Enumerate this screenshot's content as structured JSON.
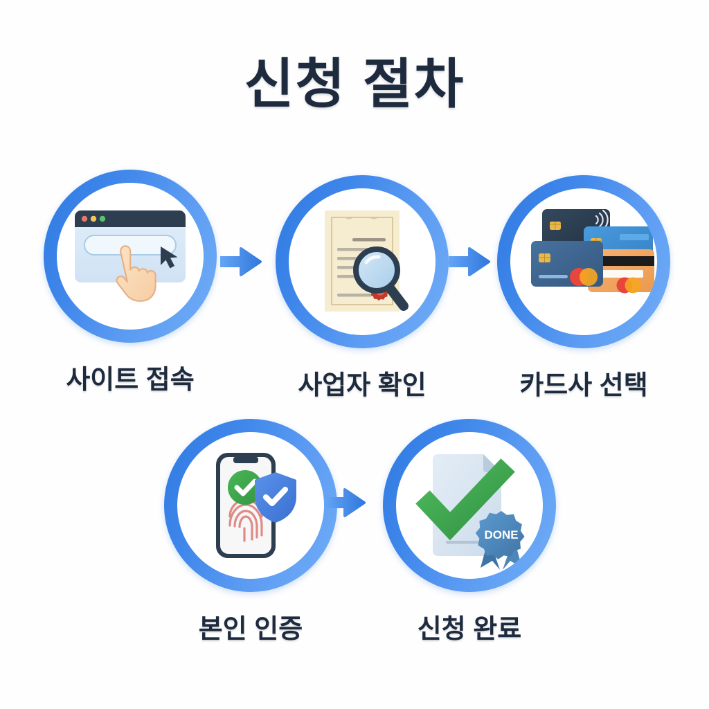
{
  "page": {
    "title": "신청 절차",
    "title_color": "#1e2a3d",
    "background_color": "#fefefe",
    "accent_color": "#3e86ea"
  },
  "flow": {
    "arrow_label": "→",
    "steps": [
      {
        "index": "1",
        "label": "사이트 접속",
        "icon": "browser-search-click-icon",
        "icon_parts": {
          "window_bar_color": "#2d3e50",
          "dot_red": "#e8766b",
          "dot_yellow": "#f0c85a",
          "dot_green": "#5cc16b",
          "window_body_color": "#d9e8f6",
          "search_bar_color": "#eef6fd",
          "hand_color": "#f9d9b6",
          "cursor_color": "#2d3e50"
        }
      },
      {
        "index": "2",
        "label": "사업자 확인",
        "icon": "certificate-magnifier-icon",
        "icon_parts": {
          "paper_color": "#f6ecd0",
          "border_color": "#d9c89c",
          "line_color": "#b8b2a4",
          "seal_color": "#c0392b",
          "lens_color": "#bcd8ef",
          "frame_color": "#2d3e50"
        }
      },
      {
        "index": "3",
        "label": "카드사 선택",
        "icon": "credit-cards-icon",
        "icon_parts": {
          "card_navy": "#2c3e54",
          "card_blue": "#3f8fd4",
          "card_steel": "#3d6a9c",
          "card_orange": "#f0a358",
          "chip_color": "#e8b84a",
          "logo_red": "#e8453c",
          "logo_orange": "#f5a623",
          "stripe_color": "#1c1c1c"
        }
      },
      {
        "index": "4",
        "label": "본인 인증",
        "icon": "phone-fingerprint-shield-icon",
        "icon_parts": {
          "phone_frame_color": "#2d3e50",
          "screen_color": "#f7f7f7",
          "check_green": "#3faa4a",
          "shield_blue": "#4a82e2",
          "fingerprint_color": "#e08a86"
        }
      },
      {
        "index": "5",
        "label": "신청 완료",
        "icon": "document-check-ribbon-icon",
        "badge_text": "DONE",
        "icon_parts": {
          "document_color": "#dbe5ef",
          "check_green": "#3da84e",
          "ribbon_color": "#4d87bd",
          "badge_text_color": "#ffffff"
        }
      }
    ]
  }
}
